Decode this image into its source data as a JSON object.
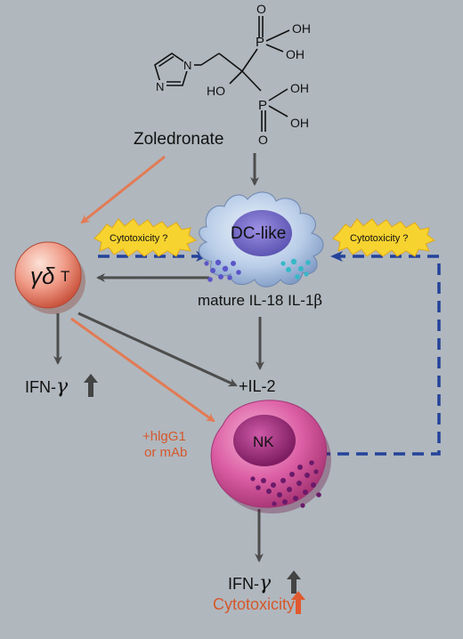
{
  "molecule": {
    "name": "Zoledronate",
    "atoms": {
      "o1": "O",
      "p1": "P",
      "oh1": "OH",
      "oh2": "OH",
      "ho": "HO",
      "p2": "P",
      "oh3": "OH",
      "oh4": "OH",
      "o2": "O"
    }
  },
  "cells": {
    "dc_label": "DC-like",
    "gdt_label_greek": "γδ",
    "gdt_label_t": "T",
    "nk_label": "NK"
  },
  "labels": {
    "cytotoxicity_left": "Cytotoxicity ?",
    "cytotoxicity_right": "Cytotoxicity ?",
    "cytokines_text": "mature IL-18 IL-1",
    "cytokines_beta": "β",
    "il2": "+IL-2",
    "ifn_gdt_text": "IFN-",
    "ifn_gdt_gamma": "γ",
    "ifn_nk_text": "IFN-",
    "ifn_nk_gamma": "γ",
    "hlgg1_line1": "+hlgG1",
    "hlgg1_line2": "or mAb",
    "cytotoxicity_bottom": "Cytotoxicity"
  },
  "colors": {
    "background": "#aeb6bd",
    "arrow_dark": "#4d4d4d",
    "arrow_orange": "#e27b55",
    "arrow_blue_dashed": "#24439a",
    "up_arrow_dark": "#444444",
    "up_arrow_orange": "#e05a30",
    "gdt_cell": "#ec9080",
    "dc_cell": "#b5c9e6",
    "nk_cell": "#dc5fa5",
    "starburst": "#f7d330",
    "orange_text": "#d5582c"
  }
}
